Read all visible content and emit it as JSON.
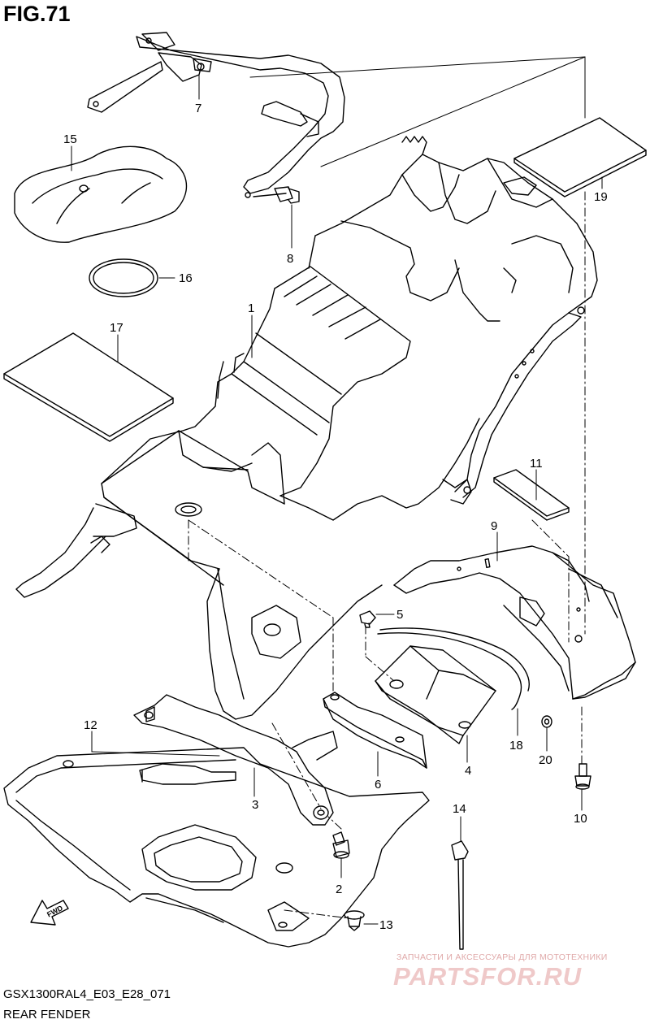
{
  "figure": {
    "title": "FIG.71",
    "code": "GSX1300RAL4_E03_E28_071",
    "description": "REAR FENDER"
  },
  "callouts": [
    "1",
    "2",
    "3",
    "4",
    "5",
    "6",
    "7",
    "8",
    "9",
    "10",
    "11",
    "12",
    "13",
    "14",
    "15",
    "16",
    "17",
    "18",
    "19",
    "20"
  ],
  "fwd_label": "FWD",
  "watermark": {
    "tagline": "ЗАПЧАСТИ И АКСЕССУАРЫ ДЛЯ МОТОТЕХНИКИ",
    "brand": "PARTSFOR.RU"
  }
}
